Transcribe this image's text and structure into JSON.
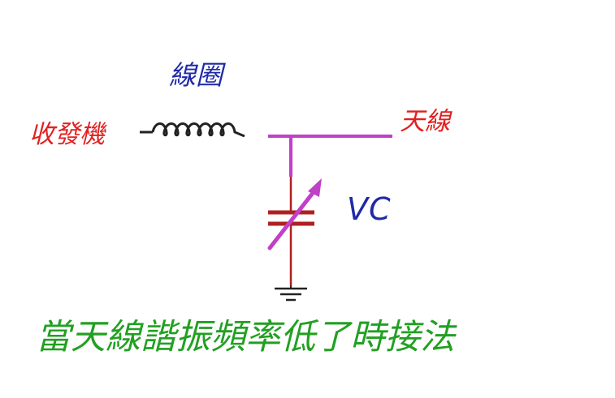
{
  "labels": {
    "coil": "線圈",
    "transceiver": "收發機",
    "antenna": "天線",
    "vc": "VC",
    "caption": "當天線諧振頻率低了時接法"
  },
  "colors": {
    "coil_label": "#1f2aa8",
    "transceiver_label": "#e02020",
    "antenna_label": "#e02020",
    "vc_label": "#1f2aa8",
    "caption": "#22a022",
    "wire_dark": "#222222",
    "wire_red": "#b02020",
    "highlight": "#c040c8"
  }
}
